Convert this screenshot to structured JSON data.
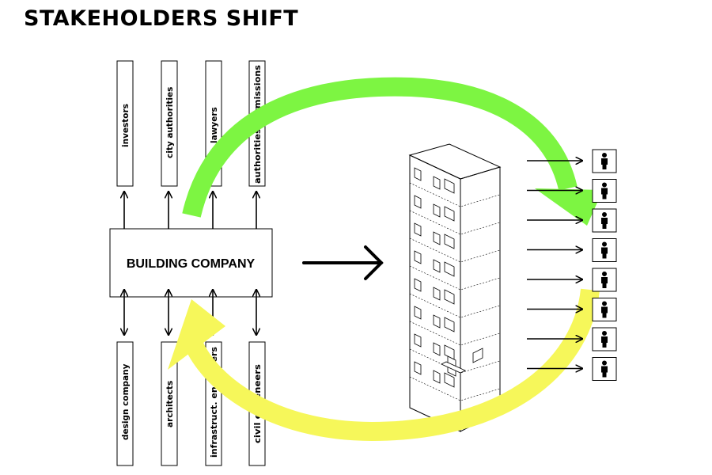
{
  "title": "STAKEHOLDERS SHIFT",
  "top_boxes": [
    "investors",
    "city authorities",
    "lawyers",
    "authorities permissions"
  ],
  "bottom_boxes": [
    "design company",
    "architects",
    "infrastruct. engeneers",
    "civil engeneers"
  ],
  "center_box": "BUILDING COMPANY",
  "occupant_count": 8,
  "colors": {
    "green_arrow": "#7df542",
    "yellow_arrow": "#f6f75a",
    "stroke": "#000000"
  },
  "icons": [
    "person-icon",
    "building-icon",
    "arrow-right-icon"
  ]
}
